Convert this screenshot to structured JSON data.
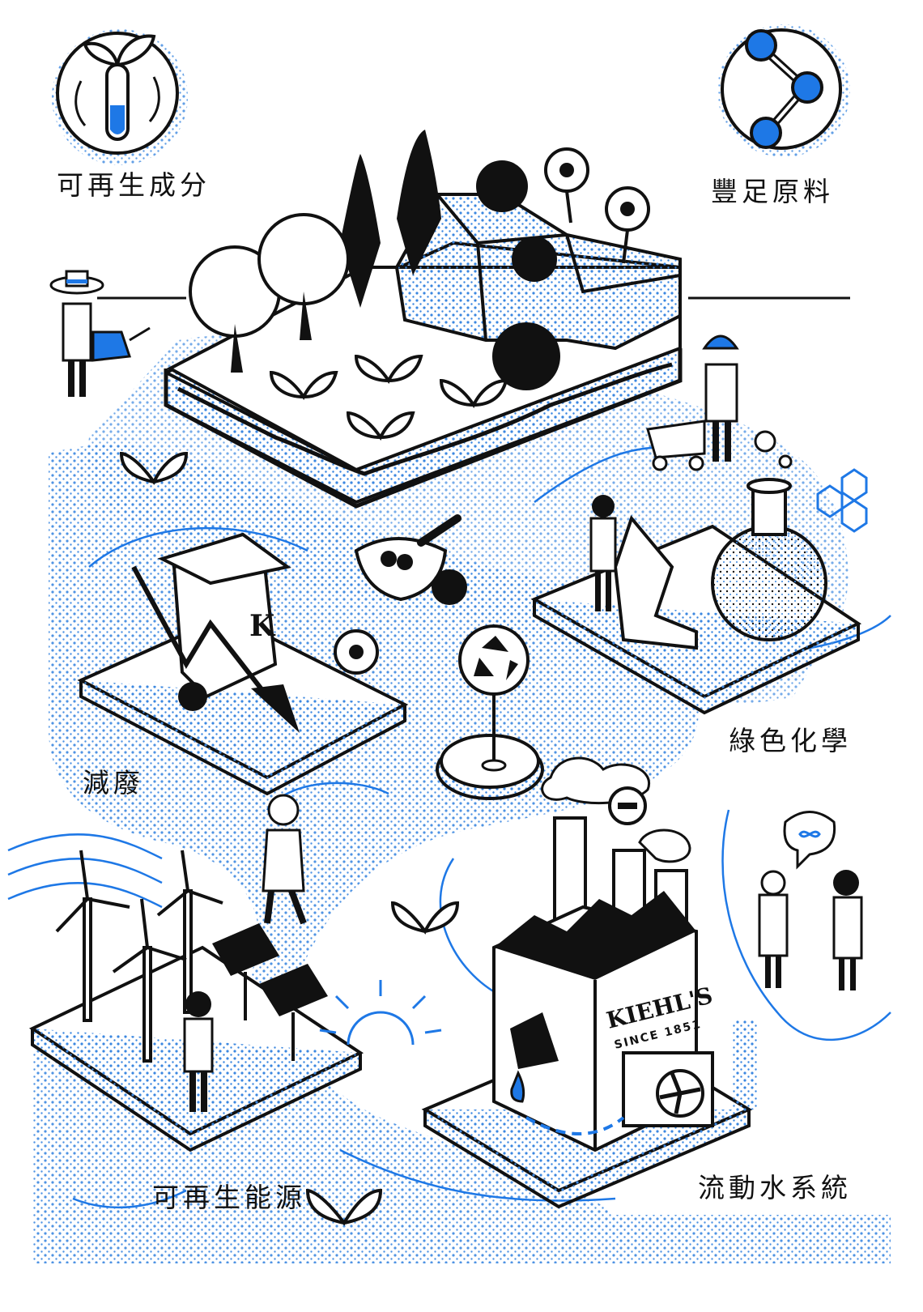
{
  "labels": {
    "renewable_ingredients": "可再生成分",
    "abundant_materials": "豐足原料",
    "waste_reduction": "減廢",
    "green_chemistry": "綠色化學",
    "renewable_energy": "可再生能源",
    "water_flow_system": "流動水系統"
  },
  "factory": {
    "brand": "KIEHL'S",
    "since": "SINCE 1851"
  },
  "bin": {
    "logo_letter": "K"
  },
  "icons": [
    "plant-test-tube-icon",
    "molecule-icon",
    "leaf-icon",
    "recycle-icon",
    "minus-icon",
    "infinity-speech-icon",
    "sun-icon",
    "fan-icon"
  ],
  "colors": {
    "ink": "#111111",
    "accent_blue": "#1e78e6",
    "dot_blue": "#3b87e0",
    "background": "#ffffff"
  }
}
